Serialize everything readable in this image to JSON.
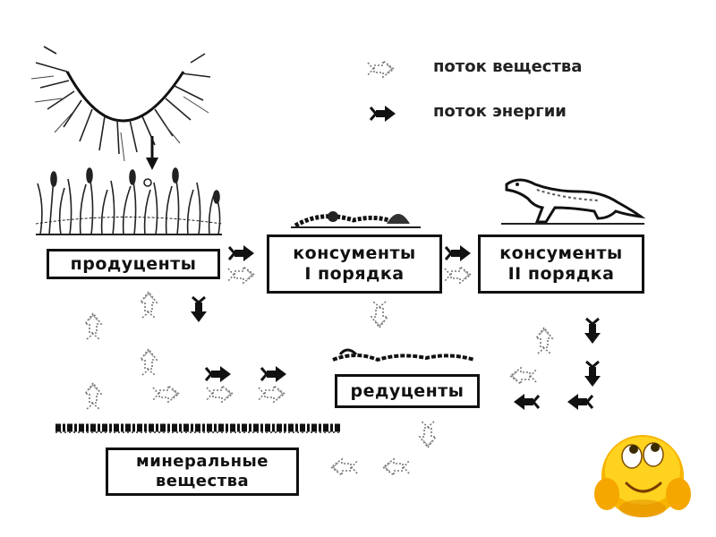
{
  "legend": {
    "matter_flow": "поток вещества",
    "energy_flow": "поток энергии"
  },
  "nodes": {
    "producers": {
      "label": "продуценты"
    },
    "consumers1": {
      "line1": "консументы",
      "line2": "I порядка"
    },
    "consumers2": {
      "line1": "консументы",
      "line2": "II порядка"
    },
    "decomposers": {
      "label": "редуценты"
    },
    "minerals": {
      "line1": "минеральные",
      "line2": "вещества"
    }
  },
  "colors": {
    "ink": "#111111",
    "smiley_face": "#f7b400",
    "smiley_shade": "#e08a00"
  },
  "icons": [
    "sun-icon",
    "grass-icon",
    "caterpillar-icon",
    "weasel-icon",
    "worm-icon",
    "smiley-icon",
    "soil-icon"
  ]
}
